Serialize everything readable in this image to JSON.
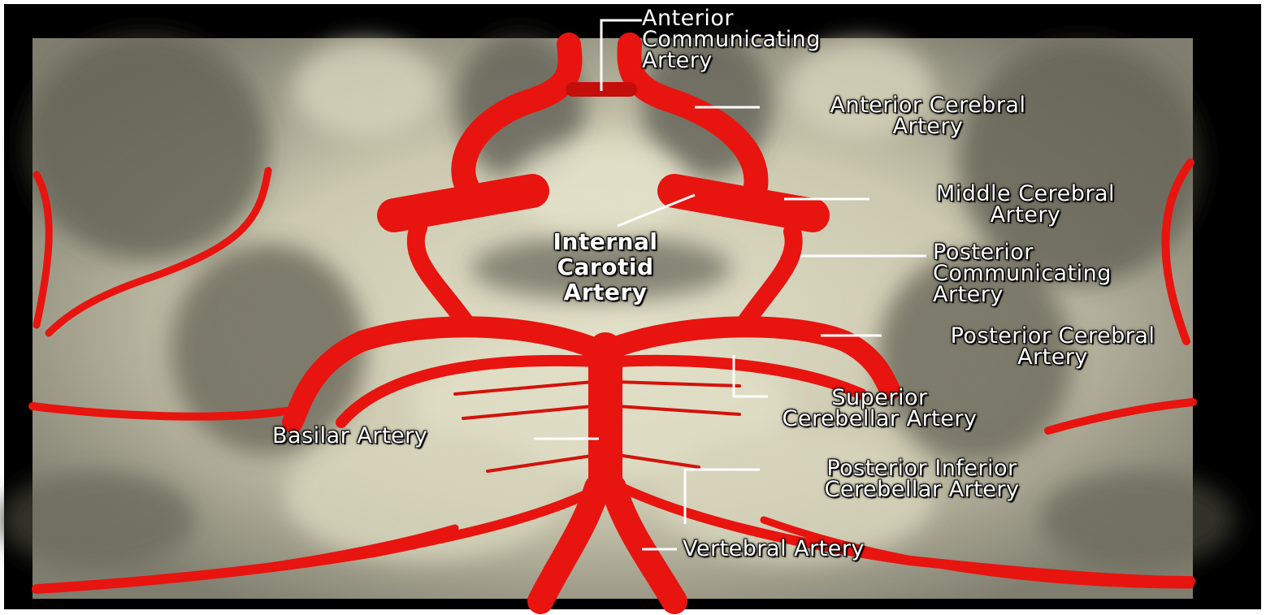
{
  "colors": {
    "frame": "#000000",
    "artery": "#e8140f",
    "artery_dark": "#a80a08",
    "artery_highlight": "#ff5a4a",
    "brain_light": "#e9e6cc",
    "brain_mid": "#a9a58e",
    "brain_dark": "#3a3a32",
    "leader_line": "#ffffff",
    "label_text": "#ffffff"
  },
  "labels": {
    "anterior_communicating": {
      "line1": "Anterior",
      "line2": "Communicating",
      "line3": "Artery"
    },
    "anterior_cerebral": {
      "line1": "Anterior Cerebral",
      "line2": "Artery"
    },
    "middle_cerebral": {
      "line1": "Middle Cerebral",
      "line2": "Artery"
    },
    "internal_carotid": {
      "line1": "Internal",
      "line2": "Carotid",
      "line3": "Artery"
    },
    "posterior_communicating": {
      "line1": "Posterior",
      "line2": "Communicating",
      "line3": "Artery"
    },
    "posterior_cerebral": {
      "line1": "Posterior Cerebral",
      "line2": "Artery"
    },
    "superior_cerebellar": {
      "line1": "Superior",
      "line2": "Cerebellar Artery"
    },
    "basilar": {
      "line1": "Basilar Artery"
    },
    "posterior_inferior_cerebellar": {
      "line1": "Posterior Inferior",
      "line2": "Cerebellar Artery"
    },
    "vertebral": {
      "line1": "Vertebral Artery"
    }
  }
}
